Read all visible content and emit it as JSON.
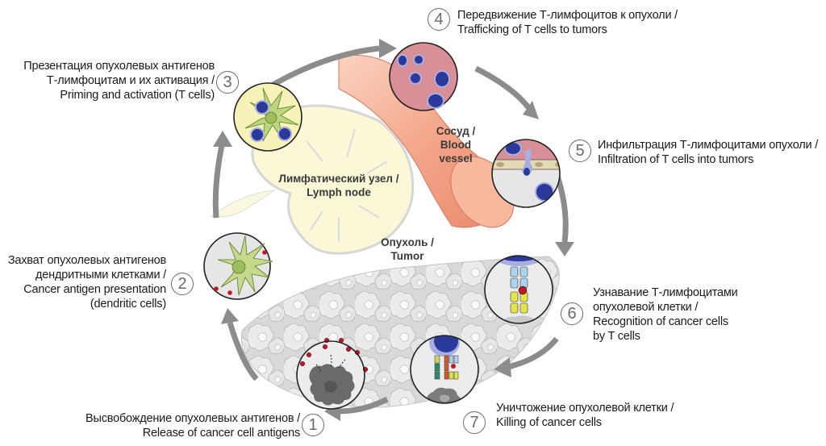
{
  "title": "Cancer-immunity cycle",
  "steps": [
    {
      "number": "1",
      "ru": [
        "Высвобождение опухолевых антигенов /"
      ],
      "en": [
        "Release of cancer cell antigens"
      ]
    },
    {
      "number": "2",
      "ru": [
        "Захват опухолевых антигенов",
        "дендритными клетками /"
      ],
      "en": [
        "Cancer antigen presentation",
        "(dendritic cells)"
      ]
    },
    {
      "number": "3",
      "ru": [
        "Презентация опухолевых антигенов",
        "Т-лимфоцитам и их активация /"
      ],
      "en": [
        "Priming and activation (T cells)"
      ]
    },
    {
      "number": "4",
      "ru": [
        "Передвижение Т-лимфоцитов к опухоли /"
      ],
      "en": [
        "Trafficking of T cells to tumors"
      ]
    },
    {
      "number": "5",
      "ru": [
        "Инфильтрация Т-лимфоцитами опухоли /"
      ],
      "en": [
        "Infiltration of T cells into tumors"
      ]
    },
    {
      "number": "6",
      "ru": [
        "Узнавание Т-лимфоцитами",
        "опухолевой клетки /"
      ],
      "en": [
        "Recognition of cancer cells",
        "by T cells"
      ]
    },
    {
      "number": "7",
      "ru": [
        "Уничтожение опухолевой клетки /"
      ],
      "en": [
        "Killing of cancer cells"
      ]
    }
  ],
  "regions": {
    "lymph_node": [
      "Лимфатический узел /",
      "Lymph node"
    ],
    "blood_vessel": [
      "Сосуд /",
      "Blood",
      "vessel"
    ],
    "tumor": [
      "Опухоль /",
      "Tumor"
    ]
  },
  "colors": {
    "cycle_arrow": "#8c8c8c",
    "lymph_node": "#fbf8d8",
    "blood_vessel": "#f4a98c",
    "blood_inner": "#d98f98",
    "t_cell": "#2b3a9a",
    "t_cell_rim": "#a9aee0",
    "dendritic_cell": "#c5d98a",
    "antigen": "#c0182a",
    "tumor_cell": "#d8d8d8",
    "dying_cell": "#6a6a6a"
  }
}
